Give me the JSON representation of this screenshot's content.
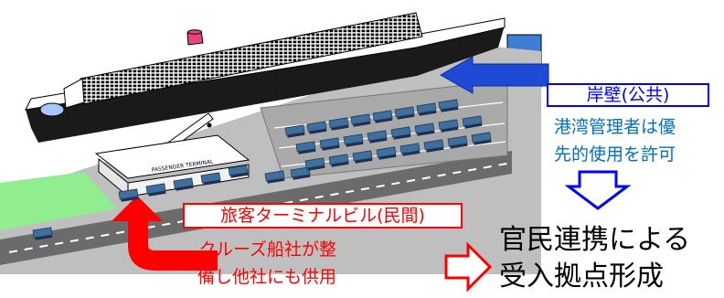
{
  "labels": {
    "berth_public": "岸壁(公共)",
    "port_manager_line1": "港湾管理者は優",
    "port_manager_line2": "先的使用を許可",
    "passenger_terminal_private": "旅客ターミナルビル(民間)",
    "cruise_line_line1": "クルーズ船社が整",
    "cruise_line_line2": "備し他社にも供用",
    "result_line1": "官民連携による",
    "result_line2": "受入拠点形成",
    "terminal_sign": "PASSENGER TERMINAL"
  },
  "colors": {
    "public_blue": "#0000ff",
    "note_blue": "#0070c0",
    "private_red": "#ff0000",
    "water": "#3d7fd4",
    "lawn": "#90ee90",
    "bus": "#3f6f9f"
  },
  "icons": {
    "blue_arrow": "arrow-left-icon",
    "blue_down_arrow": "arrow-down-icon",
    "red_curved_arrow": "curved-arrow-up-icon",
    "red_right_arrow": "arrow-right-icon"
  }
}
